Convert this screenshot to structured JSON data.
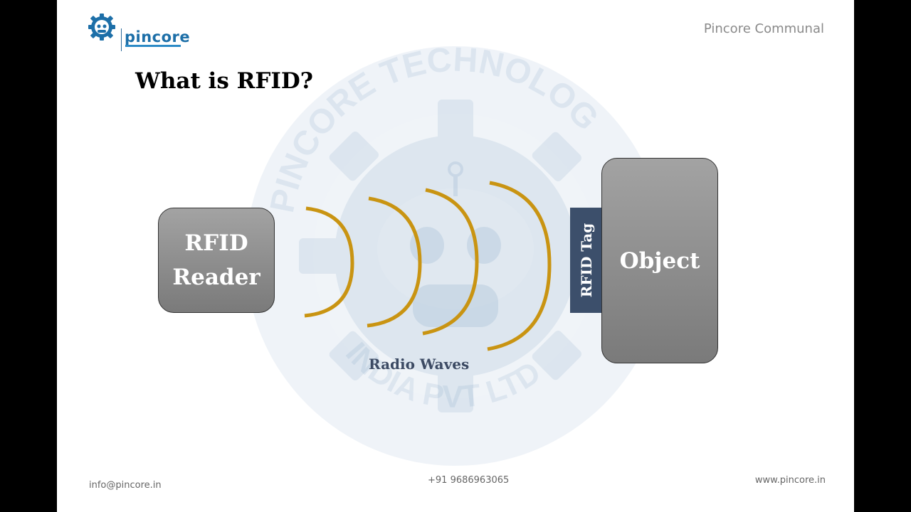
{
  "header": {
    "logo_text": "pincore",
    "brand": "Pincore Communal"
  },
  "title": "What is RFID?",
  "watermark": {
    "top_text": "PINCORE TECHNOLOG",
    "bottom_text": "INDIA PVT LTD"
  },
  "diagram": {
    "reader_label": "RFID\nReader",
    "waves_label": "Radio Waves",
    "wave_count": 4,
    "tag_label": "RFID Tag",
    "object_label": "Object",
    "colors": {
      "box_fill": "#8c8c8c",
      "wave": "#c99412",
      "tag": "#3c4f6b",
      "label": "#3c4a63"
    }
  },
  "footer": {
    "email": "info@pincore.in",
    "phone": "+91 9686963065",
    "website": "www.pincore.in"
  }
}
